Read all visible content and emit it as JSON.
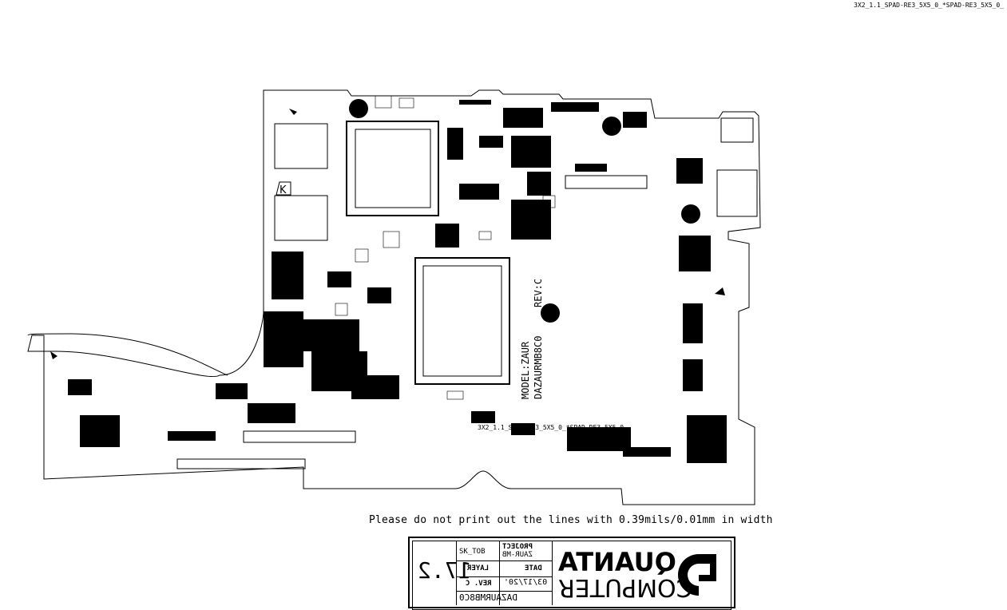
{
  "page": {
    "top_reference": "3X2_1.1_SPAD-RE3_5X5_0_*SPAD-RE3_5X5_0_"
  },
  "board": {
    "model_text": "MODEL:ZAUR",
    "rev_text": "REV:C",
    "part_number_text": "DAZAURMB8C0",
    "footprint_text": "3X2_1.1_SPAD-RE3_5X5_0_*SPAD-RE3_5X5_0_"
  },
  "note": {
    "text": "Please do not print out the lines with 0.39mils/0.01mm in width"
  },
  "title_block": {
    "project_label": "PROJECT",
    "project_value": "ZAUR-MB",
    "date_label": "DATE",
    "date_value": "03/17/20'",
    "layer_label": "LAYER",
    "layer_value": "SK_TOB",
    "rev_label": "REV. C",
    "part_value": "DAZAURMB8C0",
    "sheet_number": "17.2",
    "company_line1": "QUANTA",
    "company_line2": "COMPUTER"
  }
}
